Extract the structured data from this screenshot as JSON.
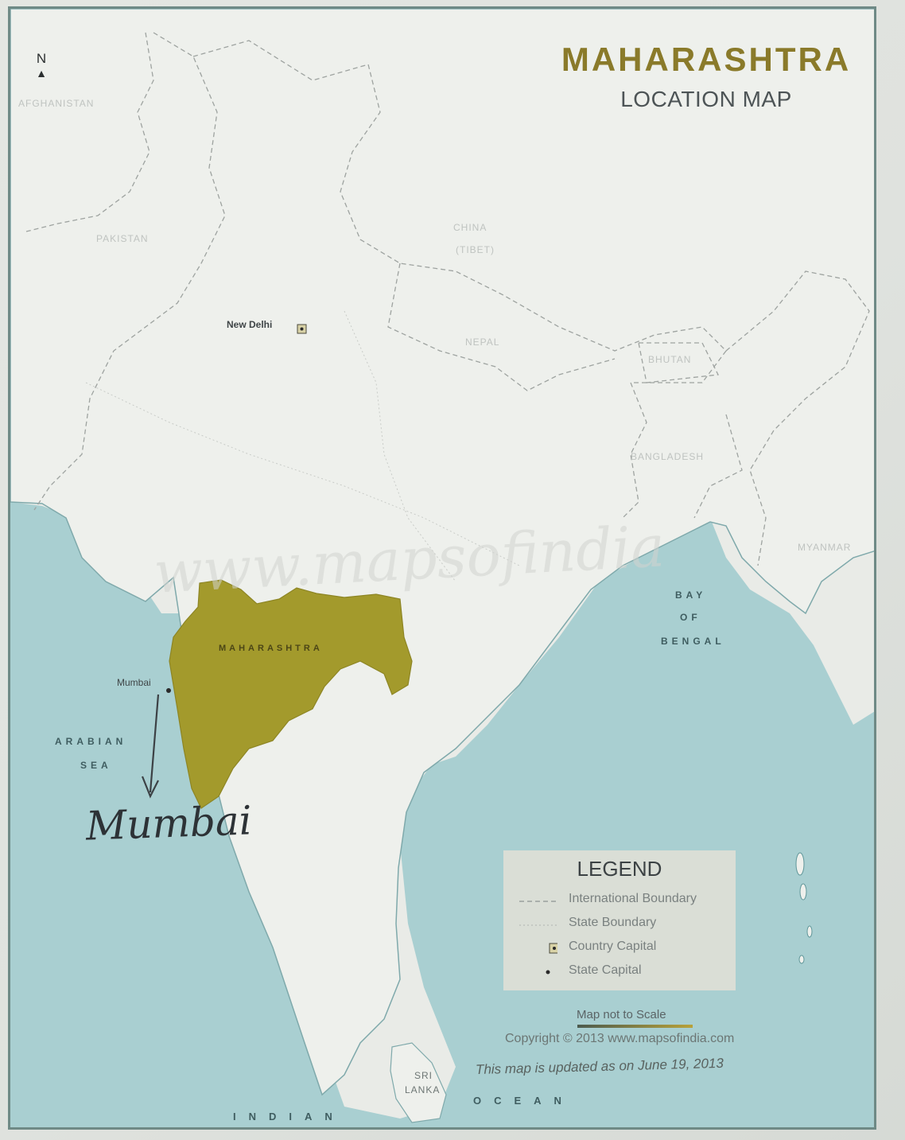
{
  "map": {
    "title": "MAHARASHTRA",
    "subtitle": "LOCATION MAP",
    "north": "N",
    "highlight_color": "#a39a2c",
    "sea_color": "#a9cfd1",
    "land_color": "#eef0ec"
  },
  "places": {
    "new_delhi": "New Delhi",
    "mumbai": "Mumbai",
    "state": "MAHARASHTRA",
    "handwritten": "Mumbai"
  },
  "neighbors": {
    "afghanistan": "AFGHANISTAN",
    "pakistan": "PAKISTAN",
    "china": "CHINA",
    "china_sub": "(TIBET)",
    "nepal": "NEPAL",
    "bhutan": "BHUTAN",
    "bangladesh": "BANGLADESH",
    "myanmar": "MYANMAR",
    "sri_lanka_1": "SRI",
    "sri_lanka_2": "LANKA"
  },
  "seas": {
    "arabian_1": "ARABIAN",
    "arabian_2": "SEA",
    "bay_1": "BAY",
    "bay_2": "OF",
    "bay_3": "BENGAL",
    "indian": "INDIAN",
    "ocean": "OCEAN"
  },
  "legend": {
    "title": "LEGEND",
    "items": [
      {
        "label": "International Boundary",
        "symbol": "dash-line"
      },
      {
        "label": "State Boundary",
        "symbol": "dotted-line"
      },
      {
        "label": "Country Capital",
        "symbol": "boxed-dot-icon"
      },
      {
        "label": "State Capital",
        "symbol": "dot-icon"
      }
    ]
  },
  "footer": {
    "scale": "Map not to Scale",
    "copyright": "Copyright © 2013 www.mapsofindia.com",
    "updated": "This map is updated as on June 19, 2013"
  },
  "watermark": "www.mapsofindia"
}
